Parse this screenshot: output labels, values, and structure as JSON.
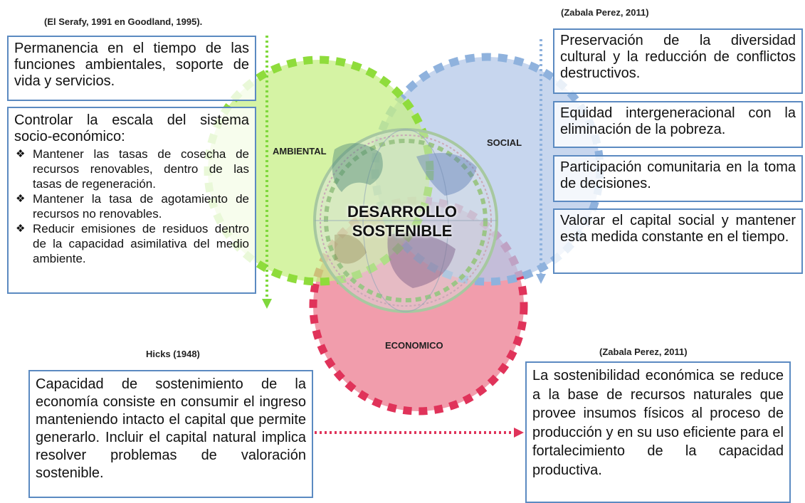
{
  "citations": {
    "top_left": "(El Serafy, 1991 en Goodland, 1995).",
    "top_right": "(Zabala Perez, 2011)",
    "bottom_left": "Hicks (1948)",
    "bottom_right": "(Zabala Perez, 2011)"
  },
  "circles": {
    "ambiental": "AMBIENTAL",
    "social": "SOCIAL",
    "economico": "ECONOMICO",
    "center_line1": "DESARROLLO",
    "center_line2": "SOSTENIBLE"
  },
  "colors": {
    "ambiental_fill": "#c7ef86",
    "ambiental_border": "#8fdc3c",
    "social_fill": "#b4c8e8",
    "social_border": "#8fb2dd",
    "economico_fill": "#ee8c9e",
    "economico_border": "#e0335a",
    "box_border": "#5b8ac1"
  },
  "left_boxes": {
    "box1": "Permanencia en el tiempo de las funciones ambientales, soporte de vida y servicios.",
    "box2_intro": "Controlar la escala del sistema socio-económico:",
    "box2_bullets": [
      "Mantener las tasas de cosecha de recursos renovables, dentro de las tasas de regeneración.",
      "Mantener la tasa de agotamiento de recursos no renovables.",
      "Reducir emisiones de residuos dentro de la capacidad asimilativa del medio ambiente."
    ]
  },
  "right_boxes": [
    "Preservación de la diversidad cultural y la reducción de conflictos destructivos.",
    "Equidad intergeneracional con la eliminación de la pobreza.",
    "Participación comunitaria en la toma de decisiones.",
    "Valorar el capital social y mantener esta medida constante en el tiempo."
  ],
  "bottom_boxes": {
    "left": "Capacidad de sostenimiento de la economía consiste en consumir el ingreso manteniendo intacto el capital que permite generarlo. Incluir el capital natural implica resolver problemas de valoración sostenible.",
    "right": "La sostenibilidad económica se reduce a la base de recursos naturales que provee insumos físicos al proceso de producción y en su uso eficiente para el fortalecimiento de la capacidad productiva."
  }
}
